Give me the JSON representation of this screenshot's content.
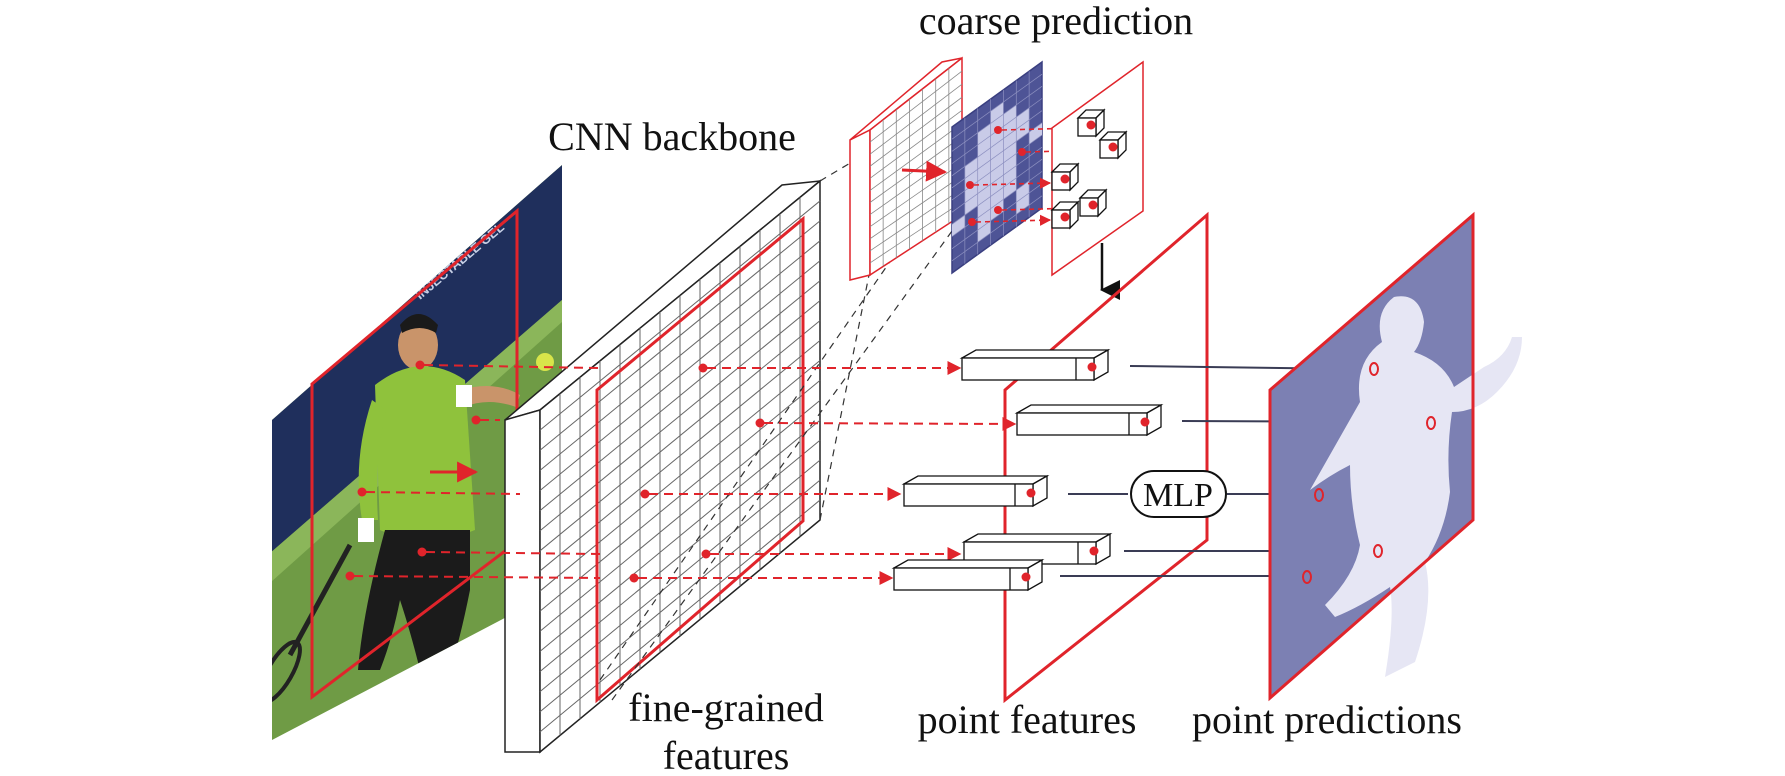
{
  "labels": {
    "coarse_prediction": "coarse prediction",
    "cnn_backbone": "CNN backbone",
    "fine_grained_1": "fine-grained",
    "fine_grained_2": "features",
    "point_features": "point features",
    "point_predictions": "point predictions",
    "mlp": "MLP"
  },
  "photo_text": {
    "banner": "INJECTABLE GEL"
  },
  "colors": {
    "accent_red": "#e0242b",
    "coarse_dark": "#4e5496",
    "coarse_light": "#c9cbe8",
    "prediction_bg": "#7c80b3",
    "prediction_fg": "#e6e6f4",
    "court_green": "#6f9b45",
    "wall_navy": "#1f2f5c",
    "shirt_green": "#8fc23c",
    "ink": "#111111",
    "arrow_gray": "#7d7d90"
  },
  "icons": {
    "flow_arrow": "right-arrow-icon",
    "down_arrow": "down-arrow-icon"
  }
}
